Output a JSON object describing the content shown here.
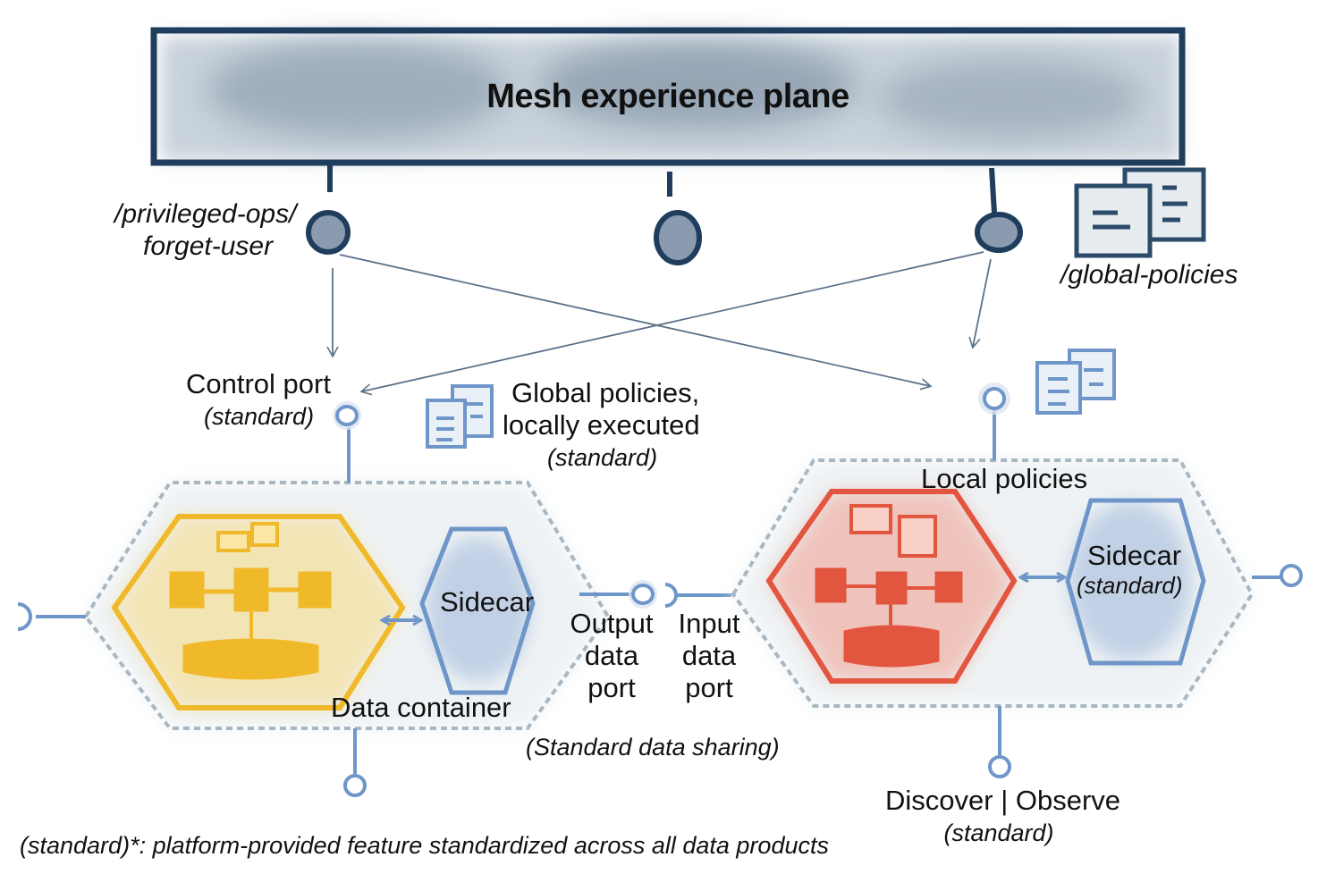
{
  "experience_plane": {
    "title": "Mesh experience plane"
  },
  "endpoints": {
    "forget_user_line1": "/privileged-ops/",
    "forget_user_line2": "forget-user",
    "global_policies": "/global-policies"
  },
  "left_product": {
    "control_port_label": "Control port",
    "control_port_standard": "(standard)",
    "sidecar_label": "Sidecar",
    "data_container_label": "Data container",
    "output_port_lines": [
      "Output",
      "data",
      "port"
    ]
  },
  "global_policies_note": {
    "line1": "Global policies,",
    "line2": "locally executed",
    "standard": "(standard)"
  },
  "right_product": {
    "local_policies_label": "Local policies",
    "sidecar_label": "Sidecar",
    "sidecar_standard": "(standard)",
    "input_port_lines": [
      "Input",
      "data",
      "port"
    ],
    "discover_observe_label": "Discover | Observe",
    "discover_observe_standard": "(standard)"
  },
  "sharing_note": "(Standard data sharing)",
  "footnote": "(standard)*: platform-provided feature standardized across all data products",
  "colors": {
    "plane_border": "#1f3d5c",
    "plane_fill": "#b7c4cf",
    "port_blue": "#6f96c8",
    "dark_port": "#2c4a6a",
    "yellow": "#f0b92a",
    "red": "#e2553f",
    "sidecar_blue": "#9db6da",
    "outer_hex": "#a8b8c2"
  }
}
